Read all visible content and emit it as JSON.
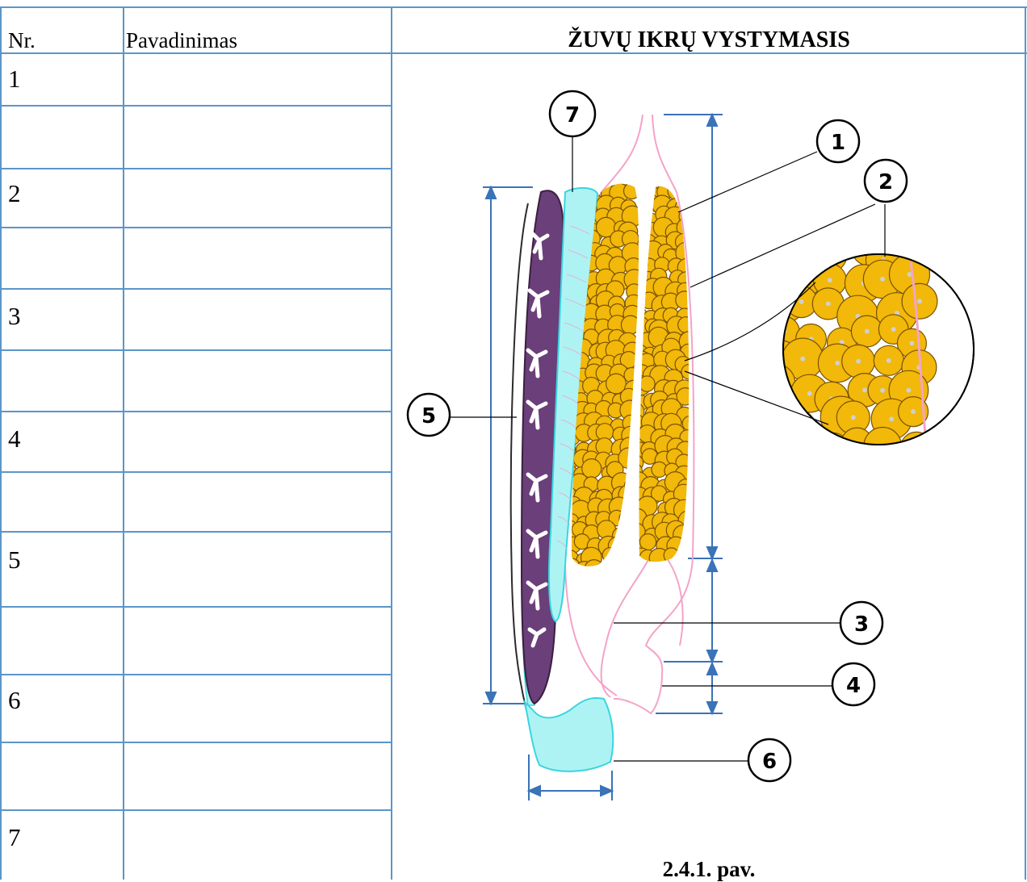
{
  "table": {
    "col_nr": "Nr.",
    "col_name": "Pavadinimas",
    "title": "ŽUVŲ IKRŲ VYSTYMASIS",
    "rows": [
      "1",
      "2",
      "3",
      "4",
      "5",
      "6",
      "7"
    ]
  },
  "figure": {
    "caption": "2.4.1. pav.",
    "callouts": [
      "1",
      "2",
      "3",
      "4",
      "5",
      "6",
      "7"
    ]
  },
  "colors": {
    "grid": "#5b95c8",
    "egg_fill": "#f2b80a",
    "egg_stroke": "#7a5200",
    "purple": "#6b3f7a",
    "cyan": "#aef3f3",
    "pink": "#f4a3c8",
    "dim_lines": "#3a73b8"
  }
}
